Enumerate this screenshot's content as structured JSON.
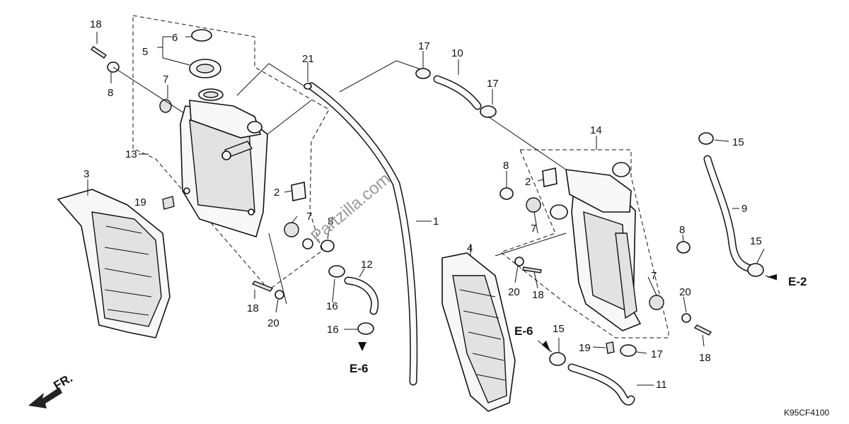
{
  "diagram": {
    "watermark": "Partzilla.com",
    "diagram_code": "K95CF4100",
    "front_label": "FR.",
    "refs": {
      "e2": "E-2",
      "e6_left": "E-6",
      "e6_right": "E-6"
    },
    "callouts": {
      "c18a": "18",
      "c8a": "8",
      "c6": "6",
      "c5": "5",
      "c7a": "7",
      "c21": "21",
      "c13": "13",
      "c3": "3",
      "c19a": "19",
      "c2a": "2",
      "c7b": "7",
      "c8b": "8",
      "c18b": "18",
      "c20a": "20",
      "c16a": "16",
      "c12": "12",
      "c16b": "16",
      "c1": "1",
      "c4": "4",
      "c17a": "17",
      "c10": "10",
      "c17b": "17",
      "c14": "14",
      "c15a": "15",
      "c8c": "8",
      "c2b": "2",
      "c9": "9",
      "c7c": "7",
      "c8d": "8",
      "c7d": "7",
      "c20b": "20",
      "c18c": "18",
      "c15b": "15",
      "c20c": "20",
      "c18d": "18",
      "c15c": "15",
      "c19b": "19",
      "c17c": "17",
      "c11": "11"
    }
  }
}
